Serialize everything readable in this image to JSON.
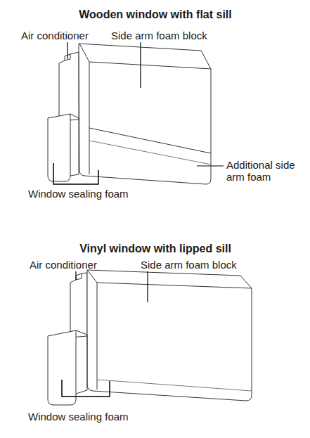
{
  "diagram": {
    "labels": [
      "Wooden window with flat sill",
      "Air conditioner",
      "Side arm foam block",
      "Additional side arm foam",
      "Window sealing foam",
      "Vinyl window with lipped sill",
      "Air conditioner",
      "Side arm foam block",
      "Window sealing foam"
    ]
  }
}
